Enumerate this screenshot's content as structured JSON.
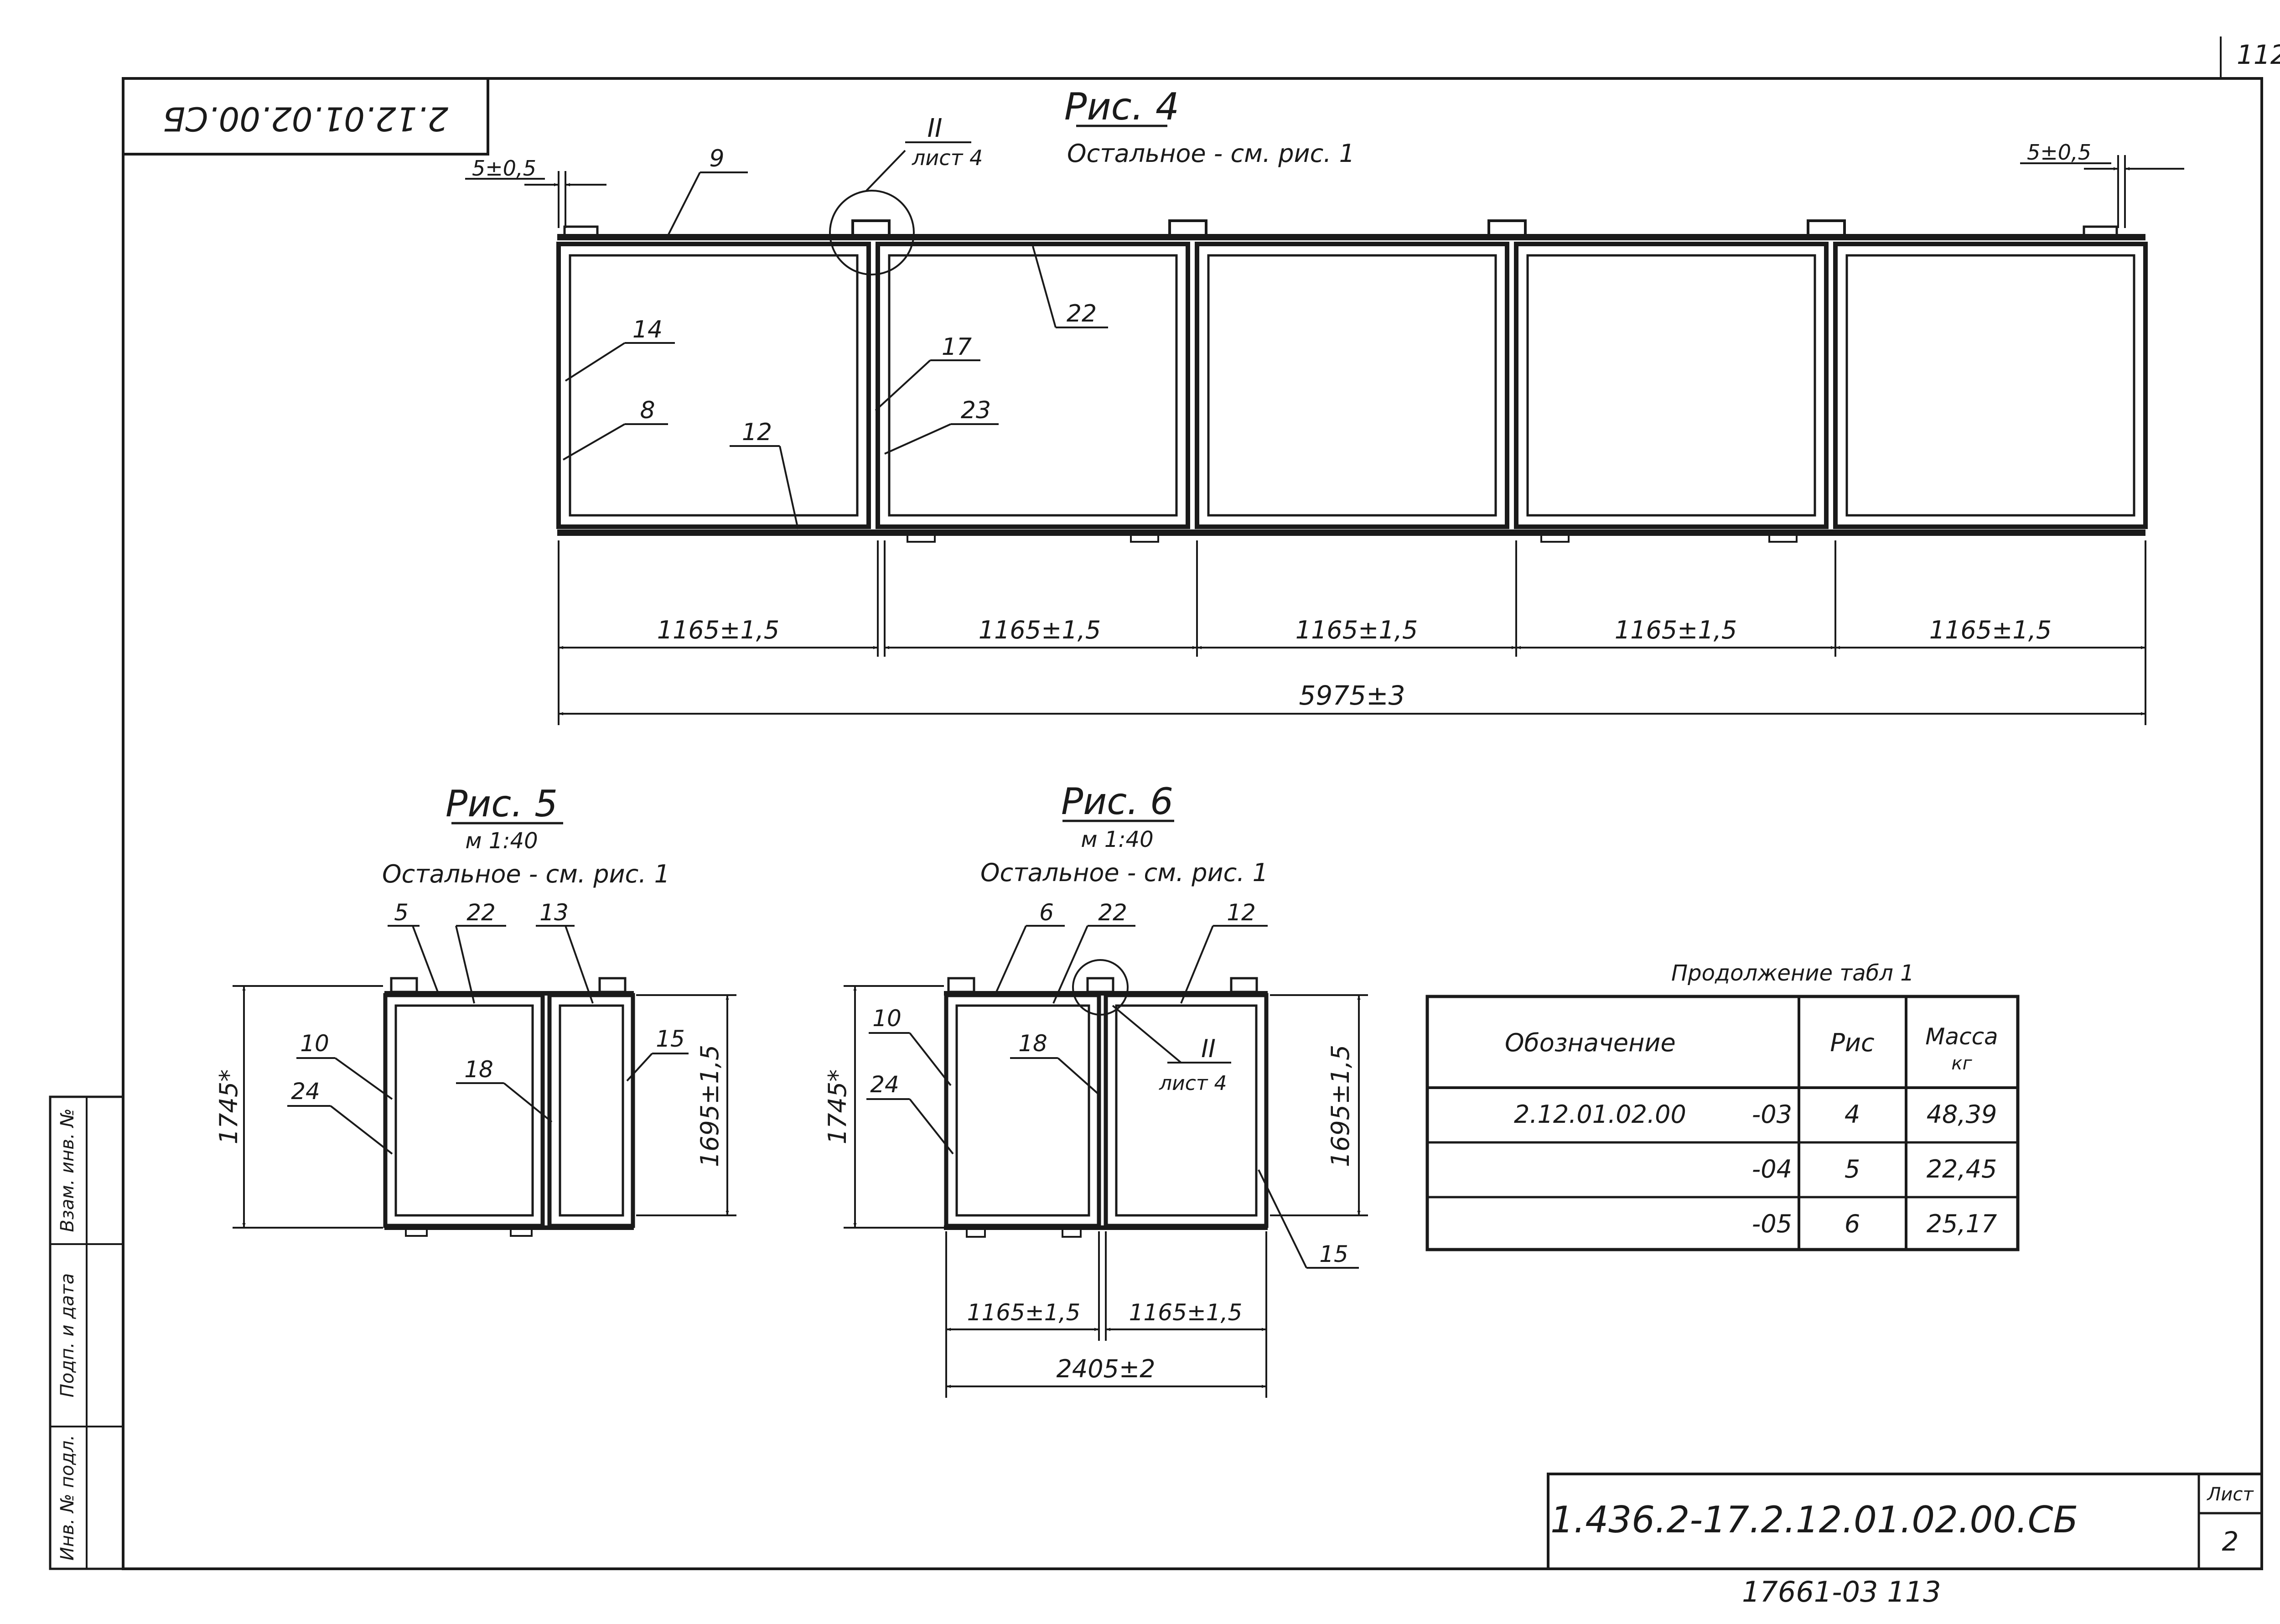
{
  "sheet": {
    "corner_number": "112",
    "stamp_rotated": "2.12.01.02.00.СБ",
    "doc_code": "1.436.2-17.2.12.01.02.00.СБ",
    "sheet_label": "Лист",
    "sheet_number": "2",
    "bottom_note": "17661-03 113"
  },
  "side_stamp": {
    "cells": [
      "Инв. № подл.",
      "Подп. и дата",
      "Взам. инв. №"
    ]
  },
  "fig4": {
    "title": "Рис. 4",
    "note": "Остальное - см. рис. 1",
    "callout_numeral": "II",
    "callout_sheet": "лист 4",
    "tol_left": "5±0,5",
    "tol_right": "5±0,5",
    "labels": [
      "9",
      "22",
      "14",
      "17",
      "8",
      "23",
      "12"
    ],
    "dims": [
      "1165±1,5",
      "1165±1,5",
      "1165±1,5",
      "1165±1,5",
      "1165±1,5"
    ],
    "total": "5975±3"
  },
  "fig5": {
    "title": "Рис. 5",
    "scale": "м 1:40",
    "note": "Остальное - см. рис. 1",
    "labels": [
      "5",
      "22",
      "13",
      "10",
      "15",
      "18",
      "24"
    ],
    "dim_left": "1745*",
    "dim_right": "1695±1,5"
  },
  "fig6": {
    "title": "Рис. 6",
    "scale": "м 1:40",
    "note": "Остальное - см. рис. 1",
    "labels": [
      "6",
      "22",
      "12",
      "10",
      "18",
      "24",
      "15"
    ],
    "callout_numeral": "II",
    "callout_sheet": "лист 4",
    "dim_left": "1745*",
    "dim_right": "1695±1,5",
    "dims": [
      "1165±1,5",
      "1165±1,5"
    ],
    "total": "2405±2"
  },
  "table": {
    "caption": "Продолжение табл 1",
    "headers": {
      "designation": "Обозначение",
      "fig": "Рис",
      "mass_top": "Масса",
      "mass_unit": "кг"
    },
    "rows": [
      {
        "designation": "2.12.01.02.00",
        "variant": "-03",
        "fig": "4",
        "mass": "48,39"
      },
      {
        "designation": "",
        "variant": "-04",
        "fig": "5",
        "mass": "22,45"
      },
      {
        "designation": "",
        "variant": "-05",
        "fig": "6",
        "mass": "25,17"
      }
    ]
  }
}
